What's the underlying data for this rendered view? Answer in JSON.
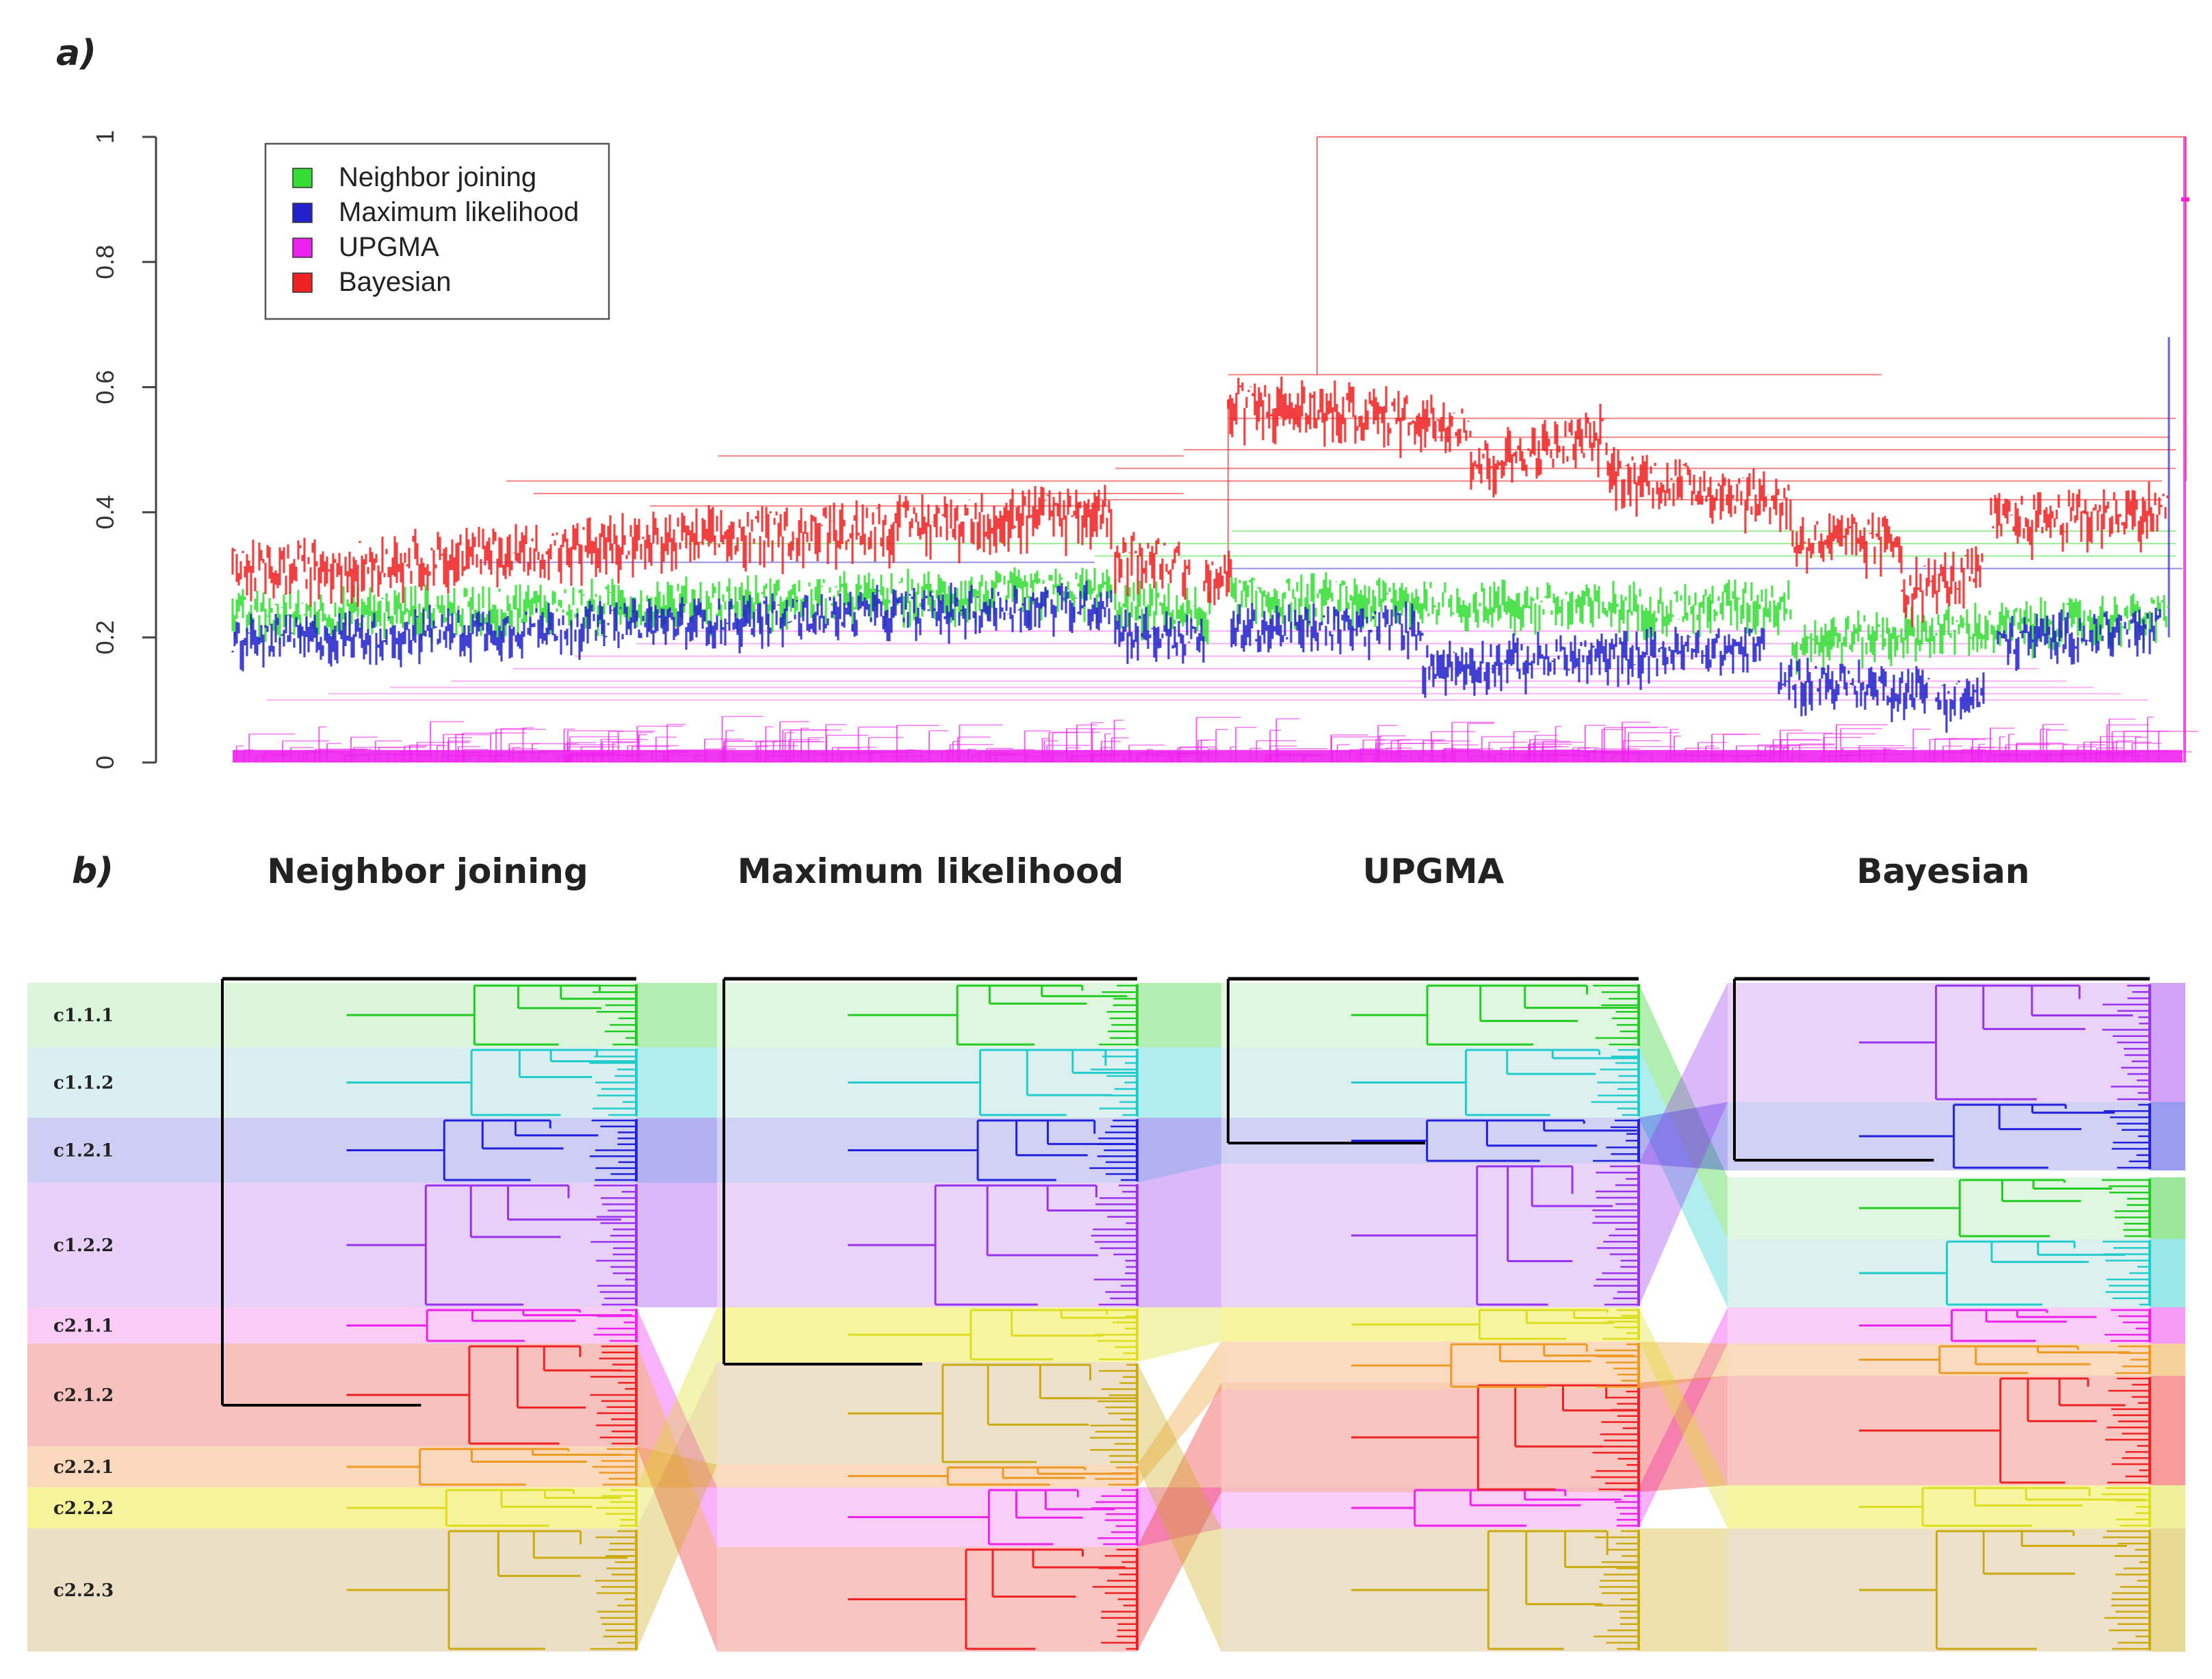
{
  "panel_a": {
    "label": "a)",
    "y_axis": {
      "ticks": [
        "0",
        "0.2",
        "0.4",
        "0.6",
        "0.8",
        "1"
      ],
      "range": [
        0,
        1
      ]
    },
    "legend": [
      {
        "label": "Neighbor joining",
        "color": "#33dd33"
      },
      {
        "label": "Maximum likelihood",
        "color": "#2222cc"
      },
      {
        "label": "UPGMA",
        "color": "#ee22ee"
      },
      {
        "label": "Bayesian",
        "color": "#ee2222"
      }
    ]
  },
  "panel_b": {
    "label": "b)",
    "methods": [
      {
        "title": "Neighbor joining"
      },
      {
        "title": "Maximum likelihood"
      },
      {
        "title": "UPGMA"
      },
      {
        "title": "Bayesian"
      }
    ],
    "clades": [
      {
        "label": "c1.1.1",
        "color": "#d6f5d6",
        "line": "#22cc22"
      },
      {
        "label": "c1.1.2",
        "color": "#d3ecec",
        "line": "#22cccc"
      },
      {
        "label": "c1.2.1",
        "color": "#c6c6f2",
        "line": "#2222dd"
      },
      {
        "label": "c1.2.2",
        "color": "#e4c8f7",
        "line": "#9933ee"
      },
      {
        "label": "c2.1.1",
        "color": "#f9c3f5",
        "line": "#ee22ee"
      },
      {
        "label": "c2.1.2",
        "color": "#f6b7b2",
        "line": "#ee2222"
      },
      {
        "label": "c2.2.1",
        "color": "#f9d2b0",
        "line": "#ee9922"
      },
      {
        "label": "c2.2.2",
        "color": "#f6f28a",
        "line": "#dddd22"
      },
      {
        "label": "c2.2.3",
        "color": "#e8dabb",
        "line": "#ccaa11"
      }
    ]
  }
}
